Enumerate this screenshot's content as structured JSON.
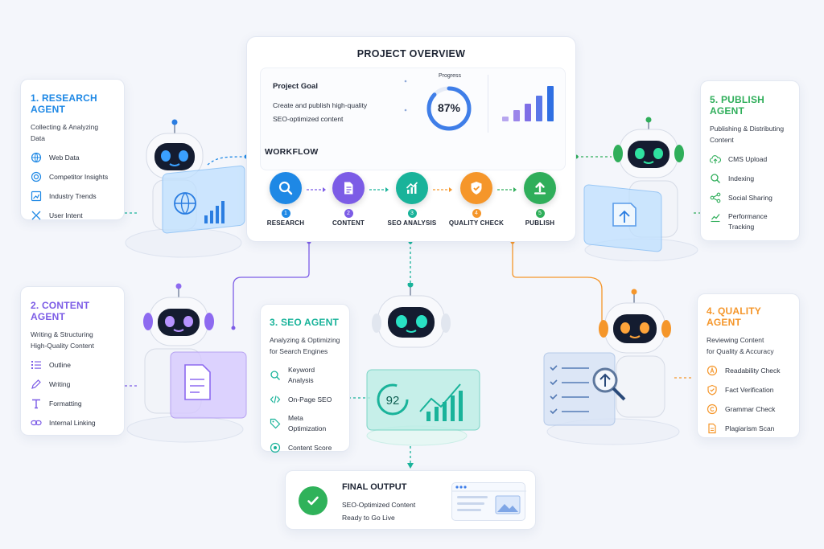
{
  "overview": {
    "title": "PROJECT OVERVIEW",
    "goal_label": "Project Goal",
    "goal_line1": "Create and publish high-quality",
    "goal_line2": "SEO-optimized content",
    "progress_label": "Progress",
    "progress_value": 87,
    "progress_text": "87%",
    "workflow_label": "WORKFLOW",
    "steps": [
      {
        "num": "1",
        "label": "RESEARCH",
        "color": "#1e88e5"
      },
      {
        "num": "2",
        "label": "CONTENT",
        "color": "#7c5ce6"
      },
      {
        "num": "3",
        "label": "SEO ANALYSIS",
        "color": "#19b39a"
      },
      {
        "num": "4",
        "label": "QUALITY CHECK",
        "color": "#f5962a"
      },
      {
        "num": "5",
        "label": "PUBLISH",
        "color": "#2fae5a"
      }
    ]
  },
  "research": {
    "title": "1. RESEARCH AGENT",
    "subtitle": "Collecting & Analyzing Data",
    "color": "#1e88e5",
    "items": [
      "Web Data",
      "Competitor Insights",
      "Industry Trends",
      "User Intent"
    ]
  },
  "content": {
    "title": "2. CONTENT AGENT",
    "subtitle_line1": "Writing & Structuring",
    "subtitle_line2": "High-Quality Content",
    "color": "#7c5ce6",
    "items": [
      "Outline",
      "Writing",
      "Formatting",
      "Internal Linking"
    ]
  },
  "seo": {
    "title": "3. SEO AGENT",
    "subtitle_line1": "Analyzing & Optimizing",
    "subtitle_line2": "for Search Engines",
    "color": "#19b39a",
    "score": "92",
    "items": [
      "Keyword Analysis",
      "On-Page SEO",
      "Meta Optimization",
      "Content Score"
    ]
  },
  "quality": {
    "title": "4. QUALITY AGENT",
    "subtitle_line1": "Reviewing Content",
    "subtitle_line2": "for Quality & Accuracy",
    "color": "#f5962a",
    "items": [
      "Readability Check",
      "Fact Verification",
      "Grammar Check",
      "Plagiarism Scan"
    ]
  },
  "publish": {
    "title": "5. PUBLISH AGENT",
    "subtitle_line1": "Publishing & Distributing",
    "subtitle_line2": "Content",
    "color": "#2fae5a",
    "items": [
      "CMS Upload",
      "Indexing",
      "Social Sharing",
      "Performance",
      "Tracking"
    ]
  },
  "final": {
    "title": "FINAL OUTPUT",
    "line1": "SEO-Optimized Content",
    "line2": "Ready to Go Live"
  },
  "icons": {
    "research": [
      "globe-icon",
      "target-icon",
      "trend-icon",
      "user-intent-icon"
    ],
    "content": [
      "list-icon",
      "pencil-icon",
      "text-format-icon",
      "link-icon"
    ],
    "seo": [
      "search-icon",
      "code-icon",
      "tag-icon",
      "target-icon"
    ],
    "quality": [
      "readability-icon",
      "shield-check-icon",
      "grammar-icon",
      "document-icon"
    ],
    "publish": [
      "cloud-upload-icon",
      "search-icon",
      "share-icon",
      "chart-icon"
    ]
  }
}
